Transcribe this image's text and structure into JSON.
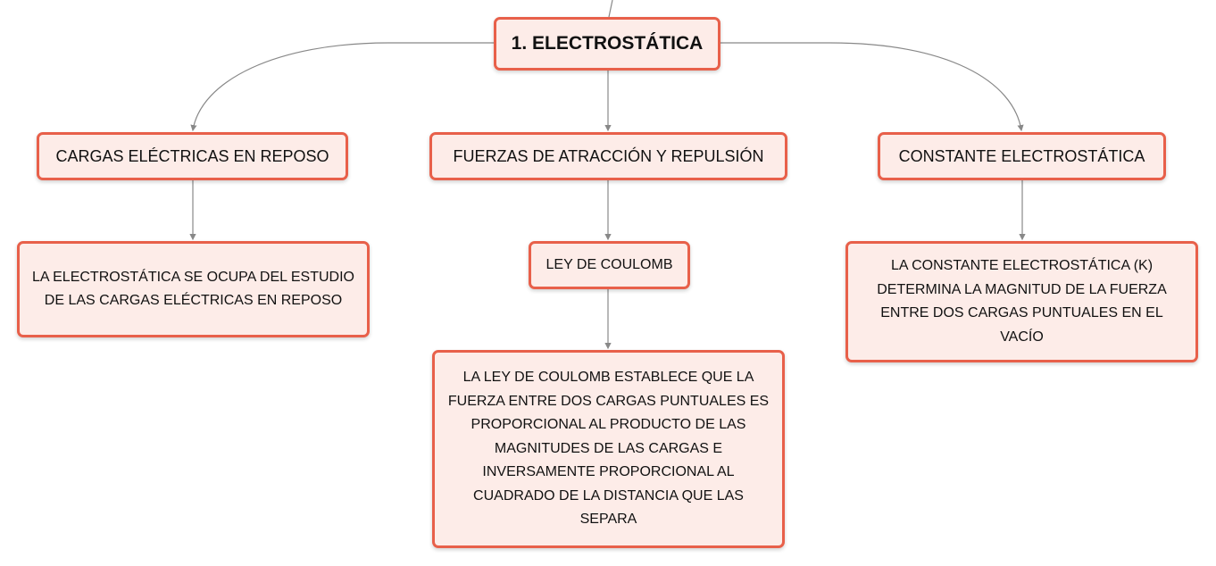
{
  "diagram": {
    "root": {
      "label": "1. ELECTROSTÁTICA"
    },
    "topics": [
      {
        "label": "CARGAS ELÉCTRICAS EN REPOSO",
        "children": [
          {
            "label": "LA ELECTROSTÁTICA SE OCUPA DEL ESTUDIO DE LAS CARGAS ELÉCTRICAS EN REPOSO"
          }
        ]
      },
      {
        "label": "FUERZAS DE ATRACCIÓN Y REPULSIÓN",
        "children": [
          {
            "label": "LEY DE COULOMB",
            "children": [
              {
                "label": "LA LEY DE COULOMB ESTABLECE QUE LA FUERZA ENTRE DOS CARGAS PUNTUALES ES PROPORCIONAL AL PRODUCTO DE LAS MAGNITUDES DE LAS CARGAS E INVERSAMENTE PROPORCIONAL AL CUADRADO DE LA DISTANCIA QUE LAS SEPARA"
              }
            ]
          }
        ]
      },
      {
        "label": "CONSTANTE ELECTROSTÁTICA",
        "children": [
          {
            "label": "LA CONSTANTE ELECTROSTÁTICA (K) DETERMINA LA MAGNITUD DE LA FUERZA ENTRE DOS CARGAS PUNTUALES EN EL VACÍO"
          }
        ]
      }
    ],
    "colors": {
      "node_border": "#e8604a",
      "node_fill": "#fdece8",
      "connector": "#888888"
    }
  }
}
